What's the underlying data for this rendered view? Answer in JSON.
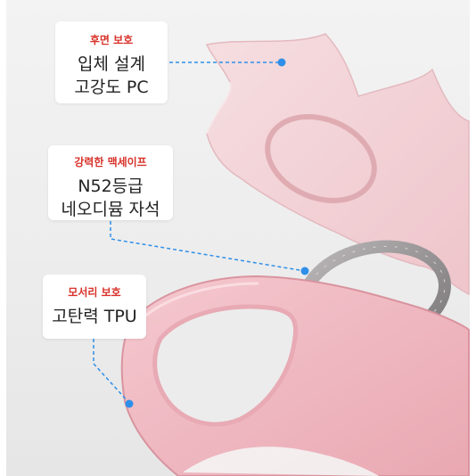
{
  "callouts": {
    "back_protection": {
      "tag": "후면 보호",
      "line1": "입체 설계",
      "line2": "고강도 PC"
    },
    "magsafe": {
      "tag": "강력한 맥세이프",
      "line1": "N52등급",
      "line2": "네오디뮴 자석"
    },
    "corner_protection": {
      "tag": "모서리 보호",
      "line1": "고탄력 TPU"
    }
  },
  "colors": {
    "tag_red": "#d8322a",
    "leader_blue": "#2f8fe8",
    "pc_pink": "#f2cdd1",
    "tpu_pink": "#eeb3bc",
    "magnet_gray": "#8f8c8d"
  }
}
